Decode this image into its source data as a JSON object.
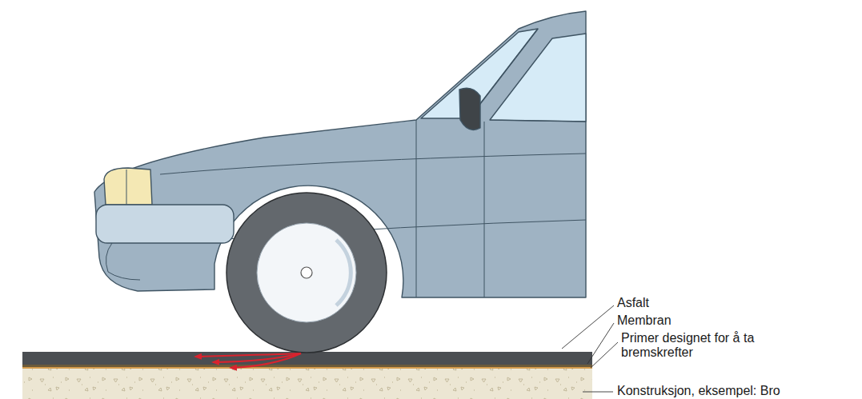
{
  "diagram": {
    "labels": [
      "Asfalt",
      "Membran",
      "Primer designet for å ta bremskrefter",
      "Konstruksjon, eksempel: Bro"
    ]
  }
}
